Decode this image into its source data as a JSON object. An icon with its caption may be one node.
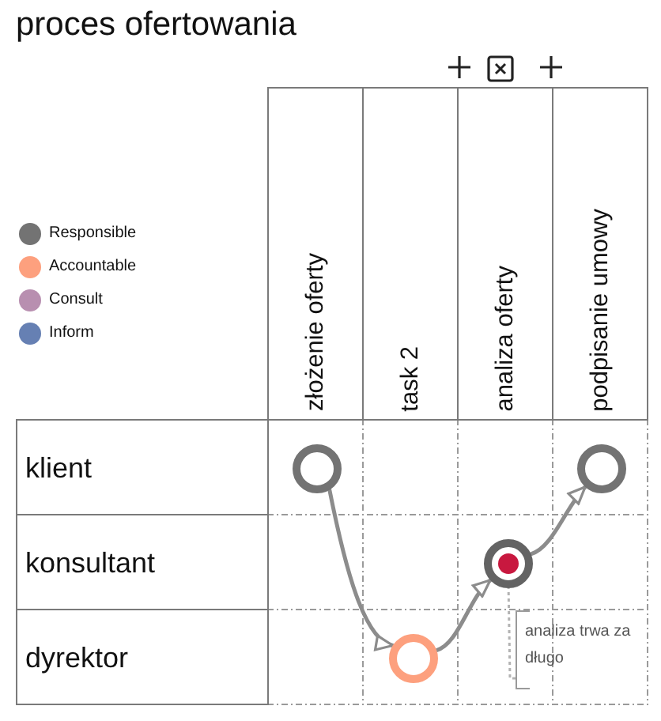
{
  "diagram": {
    "title": "proces ofertowania",
    "nodes": [
      {
        "text": [
          "złożenie oferty"
        ]
      },
      {
        "text": [
          "task 2"
        ]
      },
      {
        "text": [
          "analiza oferty"
        ]
      },
      {
        "text": [
          "podpisanie umowy"
        ]
      },
      {
        "text": [
          "klient"
        ]
      },
      {
        "text": [
          "konsultant"
        ]
      },
      {
        "text": [
          "dyrektor"
        ]
      },
      {
        "text": [],
        "shape": "circle"
      },
      {
        "text": [],
        "shape": "circle"
      },
      {
        "text": [],
        "shape": "circle"
      },
      {
        "text": [],
        "shape": "circle"
      },
      {
        "text": [
          "analiza trwa za długo"
        ]
      }
    ],
    "edges": [
      {
        "from": 7,
        "to": 8,
        "arrow": "to"
      },
      {
        "from": 8,
        "to": 9,
        "arrow": "to"
      },
      {
        "from": 9,
        "to": 10,
        "arrow": "to"
      },
      {
        "from": 11,
        "to": 9,
        "arrow": "none",
        "style": "dashed",
        "color": "#b3b3b3"
      }
    ],
    "legend": [
      {
        "text": "Responsible",
        "color": "#737373"
      },
      {
        "text": "Accountable",
        "color": "#fda07e"
      },
      {
        "text": "Consult",
        "color": "#b88fb0"
      },
      {
        "text": "Inform",
        "color": "#6680b3"
      }
    ]
  }
}
